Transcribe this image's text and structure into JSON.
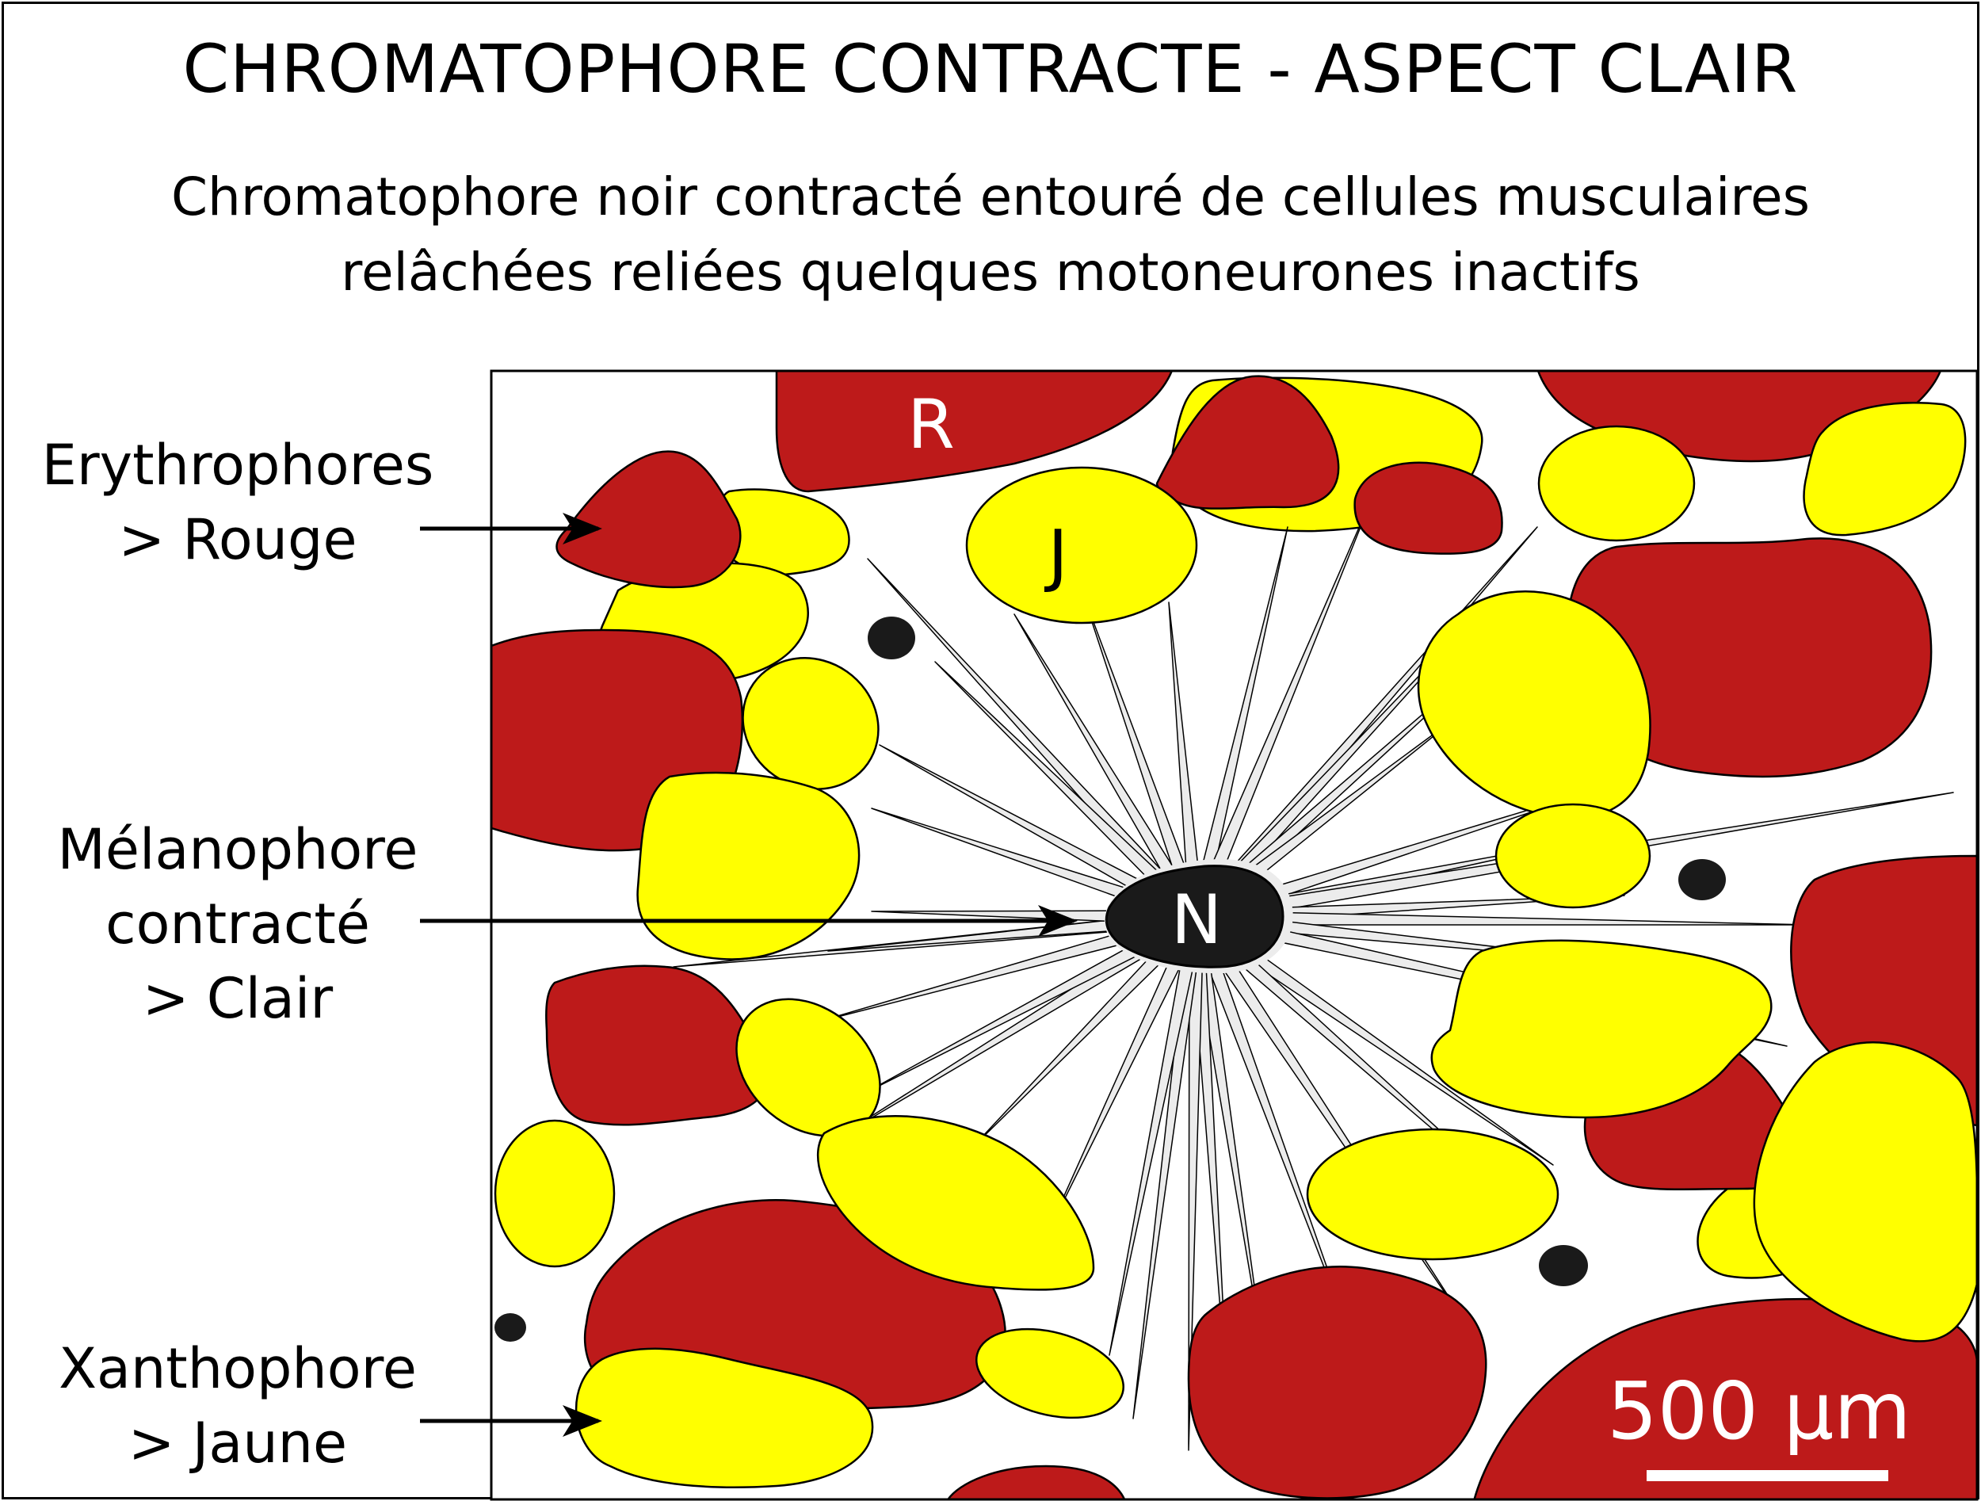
{
  "title": "CHROMATOPHORE CONTRACTE - ASPECT CLAIR",
  "subtitle_line1": "Chromatophore noir contracté entouré de cellules musculaires",
  "subtitle_line2": "relâchées reliées quelques motoneurones inactifs",
  "labels": {
    "erythrophores_1": "Erythrophores",
    "erythrophores_2": "> Rouge",
    "melanophore_1": "Mélanophore",
    "melanophore_2": "contracté",
    "melanophore_3": "> Clair",
    "xanthophore_1": "Xanthophore",
    "xanthophore_2": "> Jaune"
  },
  "cell_letters": {
    "red": "R",
    "yellow": "J",
    "black": "N"
  },
  "scale_bar": "500 µm",
  "colors": {
    "red_cell": "#bd1a1a",
    "yellow_cell": "#ffff00",
    "black_cell": "#1a1a1a",
    "radial_fill": "#ececec"
  }
}
